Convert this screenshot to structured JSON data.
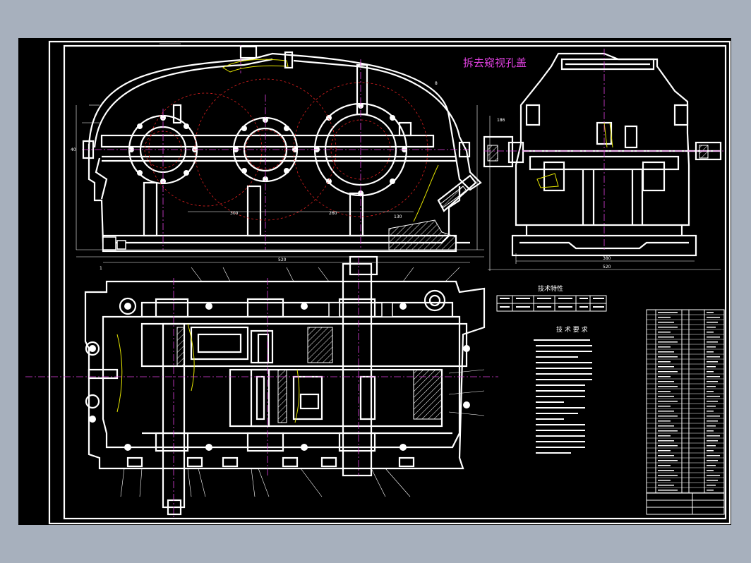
{
  "drawing": {
    "annotation": "拆去窥视孔盖",
    "spec_table_title": "技术特性",
    "requirements_title": "技 术 要 求"
  },
  "colors": {
    "background": "#000000",
    "lines": "#ffffff",
    "center_lines": "#e040e0",
    "pitch_circles": "#e02020",
    "highlight": "#e6e600",
    "frame": "#a7b0bd"
  }
}
